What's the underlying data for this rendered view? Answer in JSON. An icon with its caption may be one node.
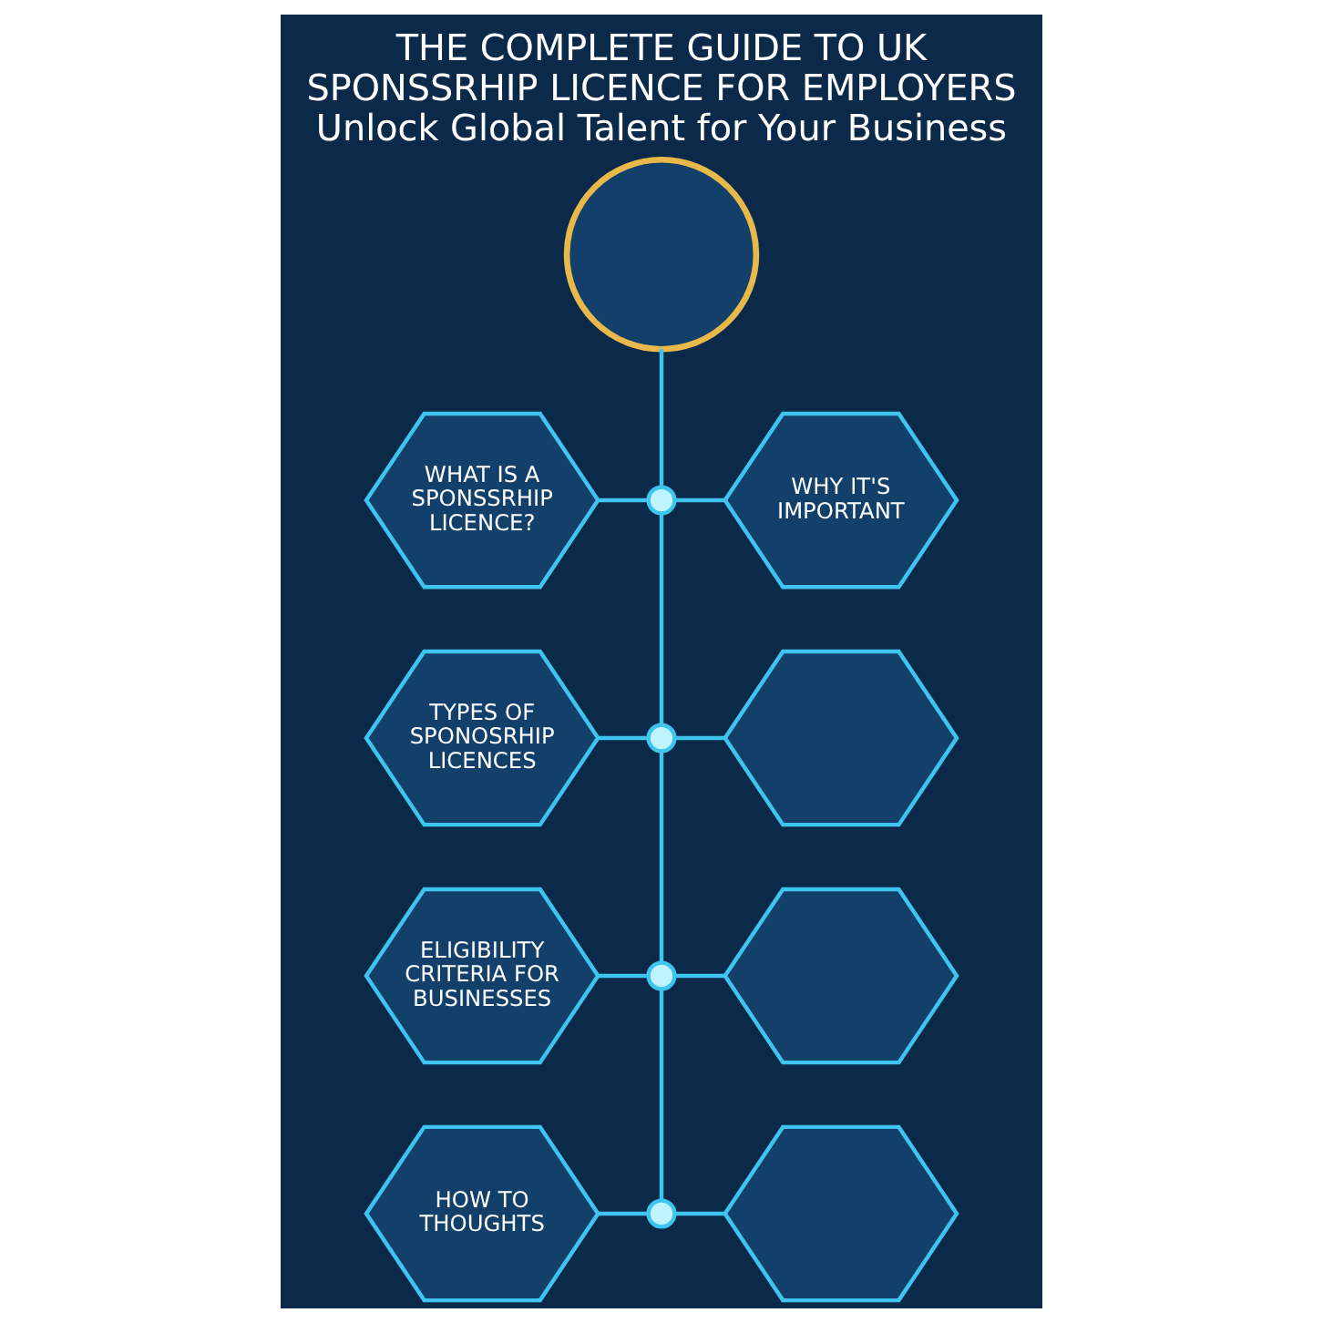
{
  "diagram": {
    "title": "THE COMPLETE GUIDE TO UK SPONSSRHIP LICENCE FOR EMPLOYERS",
    "nodes": [
      {
        "text": [],
        "shape": "circle"
      },
      {
        "text": [
          "WHAT IS A SPONSSRHIP LICENCE?"
        ]
      },
      {
        "text": [],
        "shape": "circle"
      },
      {
        "text": [
          "WHY IT'S IMPORTANT"
        ]
      },
      {
        "text": [
          "TYPES OF SPONOSRHIP LICENCES"
        ]
      },
      {
        "text": [],
        "shape": "circle"
      },
      {
        "text": [],
        "shape": "hexagon"
      },
      {
        "text": [
          "ELIGIBILITY CRITERIA FOR BUSINESSES"
        ]
      },
      {
        "text": [],
        "shape": "circle"
      },
      {
        "text": [],
        "shape": "hexagon"
      },
      {
        "text": [
          "HOW TO THOUGHTS"
        ]
      },
      {
        "text": [],
        "shape": "circle"
      },
      {
        "text": [],
        "shape": "hexagon"
      }
    ],
    "edges": [
      {
        "from": 0,
        "to": 2,
        "arrow": "none"
      },
      {
        "from": 1,
        "to": 2,
        "arrow": "none"
      },
      {
        "from": 2,
        "to": 3,
        "arrow": "none"
      },
      {
        "from": 2,
        "to": 5,
        "arrow": "none"
      },
      {
        "from": 4,
        "to": 5,
        "arrow": "none"
      },
      {
        "from": 5,
        "to": 6,
        "arrow": "none"
      },
      {
        "from": 5,
        "to": 8,
        "arrow": "none"
      },
      {
        "from": 7,
        "to": 8,
        "arrow": "none"
      },
      {
        "from": 8,
        "to": 9,
        "arrow": "none"
      },
      {
        "from": 8,
        "to": 11,
        "arrow": "none"
      },
      {
        "from": 10,
        "to": 11,
        "arrow": "none"
      },
      {
        "from": 11,
        "to": 12,
        "arrow": "none"
      }
    ],
    "labels": [
      "Unlock Global Talent for Your Business"
    ]
  }
}
